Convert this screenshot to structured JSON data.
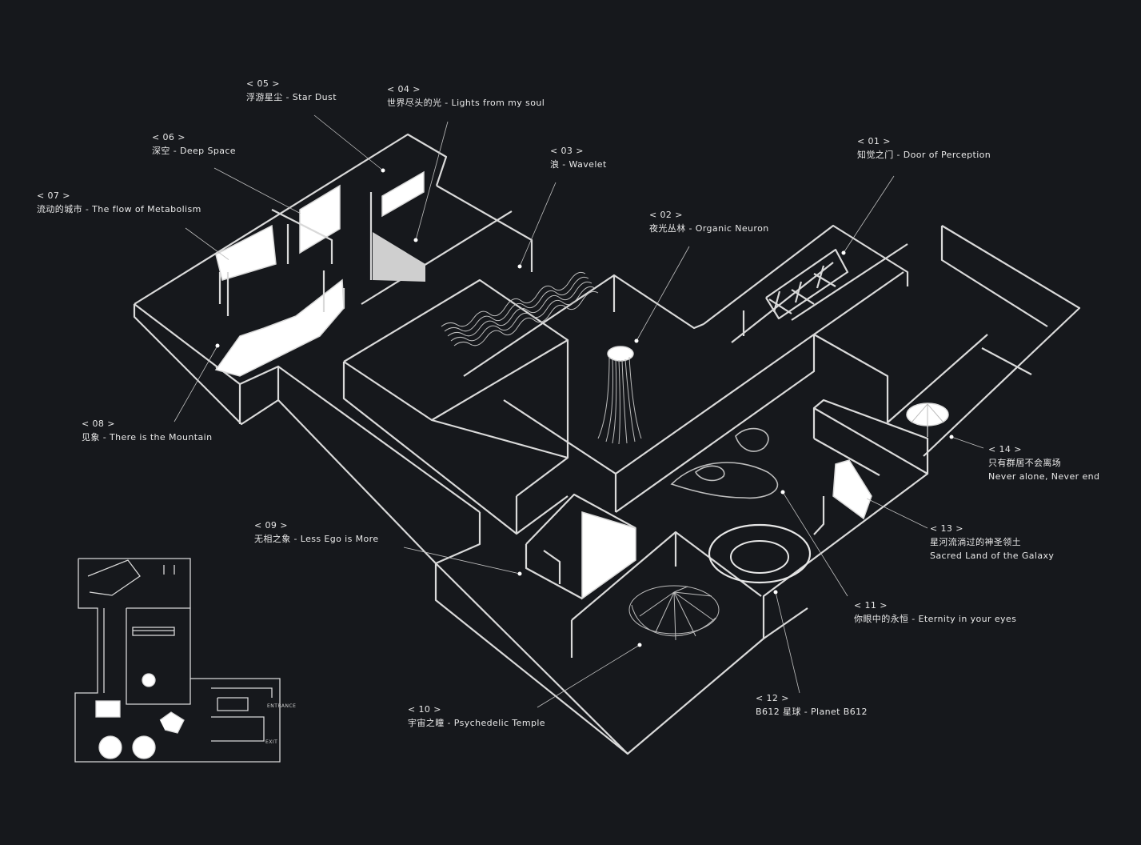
{
  "labels": [
    {
      "key": "l01",
      "num": "< 01 >",
      "title": "知觉之门 - Door of Perception"
    },
    {
      "key": "l02",
      "num": "< 02 >",
      "title": "夜光丛林 - Organic Neuron"
    },
    {
      "key": "l03",
      "num": "< 03 >",
      "title": "浪 - Wavelet"
    },
    {
      "key": "l04",
      "num": "< 04 >",
      "title": "世界尽头的光 - Lights from my soul"
    },
    {
      "key": "l05",
      "num": "< 05 >",
      "title": "浮游星尘 - Star Dust"
    },
    {
      "key": "l06",
      "num": "< 06 >",
      "title": "深空 - Deep Space"
    },
    {
      "key": "l07",
      "num": "< 07 >",
      "title": "流动的城市 - The flow of Metabolism"
    },
    {
      "key": "l08",
      "num": "< 08 >",
      "title": "见象 - There is the Mountain"
    },
    {
      "key": "l09",
      "num": "< 09 >",
      "title": "无相之象 - Less Ego is More"
    },
    {
      "key": "l10",
      "num": "< 10 >",
      "title": "宇宙之瞳 - Psychedelic Temple"
    },
    {
      "key": "l11",
      "num": "< 11 >",
      "title": "你眼中的永恒 - Eternity in your eyes"
    },
    {
      "key": "l12",
      "num": "< 12 >",
      "title": "B612 星球 - Planet B612"
    },
    {
      "key": "l13",
      "num": "< 13 >",
      "title": "星河流淌过的神圣领土",
      "subtitle": "Sacred Land of the Galaxy"
    },
    {
      "key": "l14",
      "num": "< 14 >",
      "title": "只有群居不会离场",
      "subtitle": "Never alone, Never end"
    }
  ],
  "minimap": {
    "entrance": "ENTRANCE",
    "exit": "EXIT"
  }
}
